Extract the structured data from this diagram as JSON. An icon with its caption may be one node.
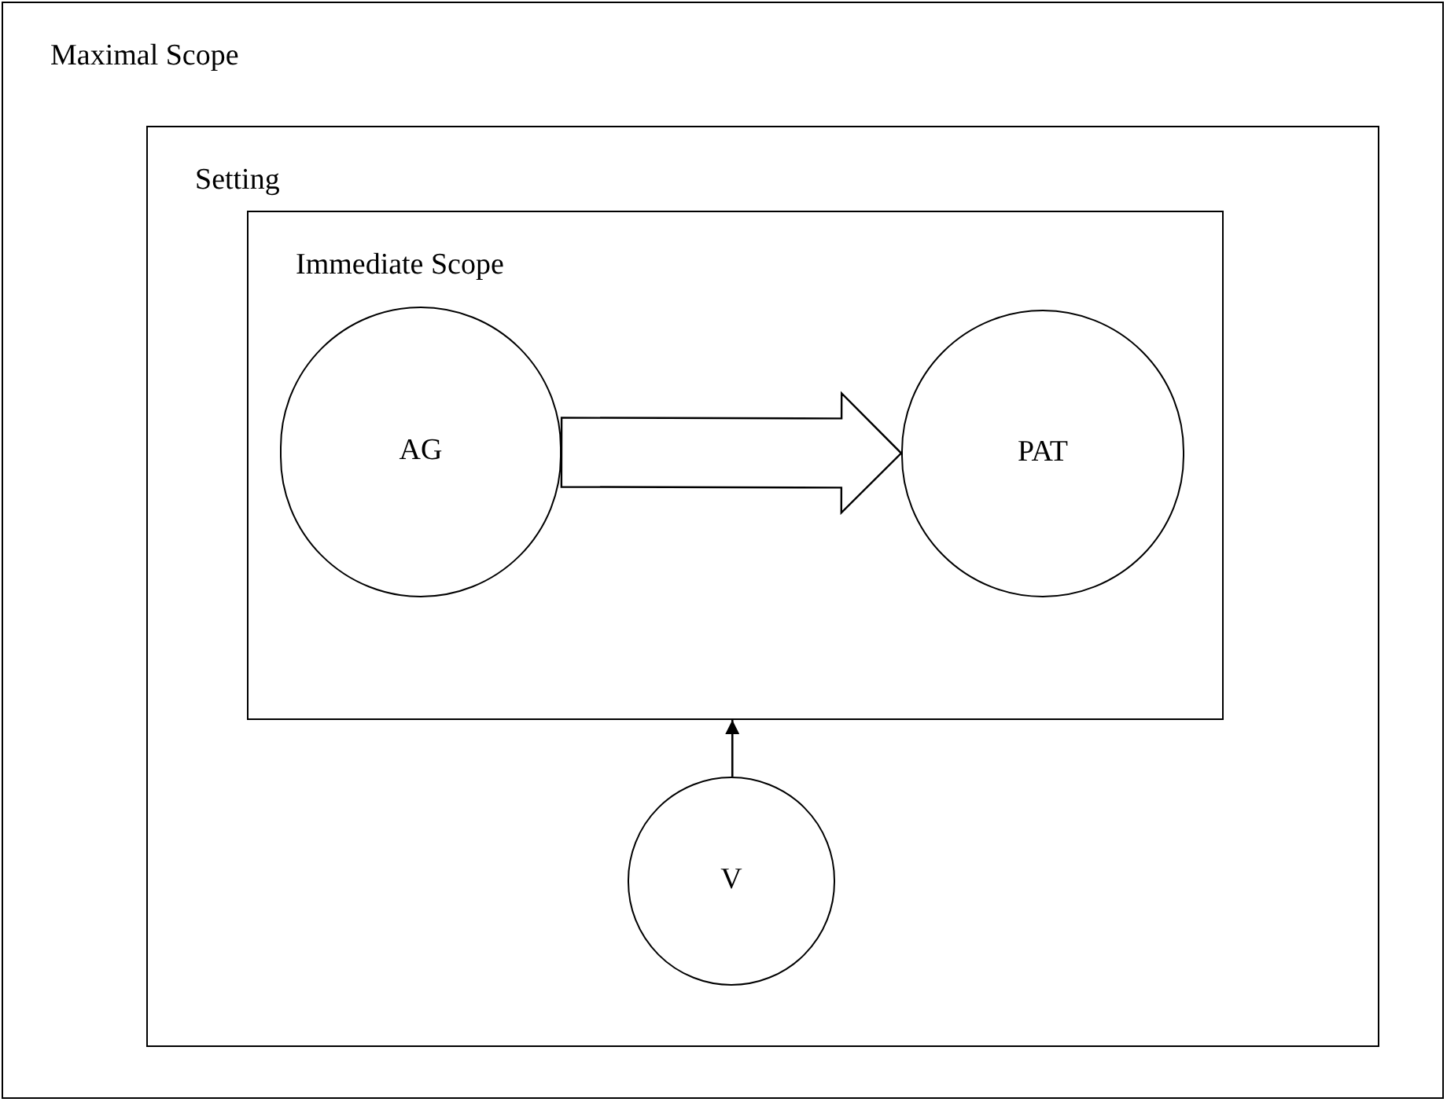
{
  "diagram": {
    "nodes": [
      {
        "text": [
          "Maximal Scope"
        ]
      },
      {
        "text": [
          "Setting"
        ],
        "in": 0
      },
      {
        "text": [
          "Immediate Scope"
        ],
        "in": 1
      },
      {
        "text": [
          "AG"
        ],
        "in": 2
      },
      {
        "text": [
          "PAT"
        ],
        "in": 2
      },
      {
        "text": [
          "V"
        ],
        "in": 1
      }
    ],
    "edges": [
      {
        "from": 3,
        "to": 4,
        "arrow": "to",
        "style": "thick"
      },
      {
        "from": 5,
        "to": 2,
        "arrow": "to"
      }
    ]
  }
}
